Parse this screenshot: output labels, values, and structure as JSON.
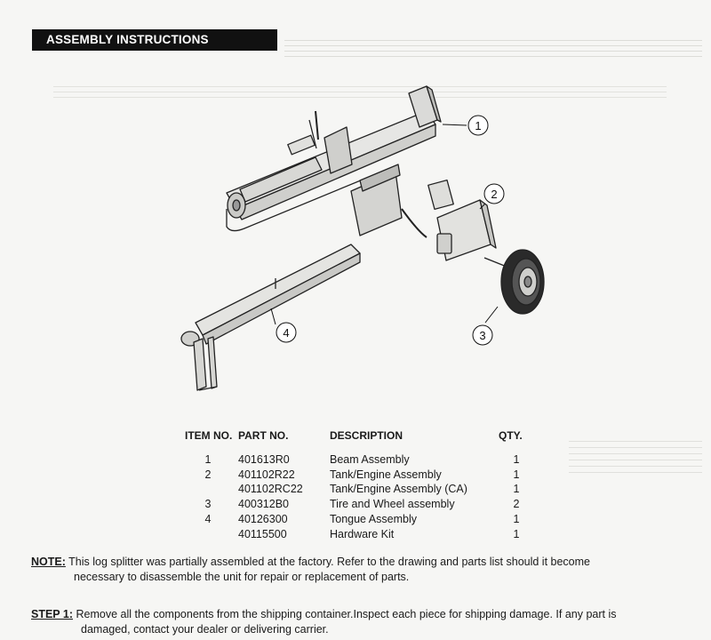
{
  "header": {
    "title": "ASSEMBLY INSTRUCTIONS"
  },
  "callouts": [
    "1",
    "2",
    "3",
    "4"
  ],
  "parts_table": {
    "headers": [
      "ITEM NO.",
      "PART NO.",
      "DESCRIPTION",
      "QTY."
    ],
    "rows": [
      {
        "item": "1",
        "part": "401613R0",
        "desc": "Beam Assembly",
        "qty": "1"
      },
      {
        "item": "2",
        "part": "401102R22",
        "desc": "Tank/Engine Assembly",
        "qty": "1"
      },
      {
        "item": "",
        "part": "401102RC22",
        "desc": "Tank/Engine Assembly (CA)",
        "qty": "1"
      },
      {
        "item": "3",
        "part": "400312B0",
        "desc": "Tire and Wheel assembly",
        "qty": "2"
      },
      {
        "item": "4",
        "part": "40126300",
        "desc": "Tongue Assembly",
        "qty": "1"
      },
      {
        "item": "",
        "part": "40115500",
        "desc": "Hardware Kit",
        "qty": "1"
      }
    ]
  },
  "note": {
    "label": "NOTE:",
    "line1": "This log splitter was partially assembled at the factory. Refer to the drawing and parts list should it become",
    "line2": "necessary to disassemble the unit for repair or replacement of parts."
  },
  "step1": {
    "label": "STEP 1:",
    "line1": "Remove all the components from the shipping container.Inspect each piece for shipping damage. If any part is",
    "line2": "damaged, contact your dealer or delivering carrier."
  }
}
